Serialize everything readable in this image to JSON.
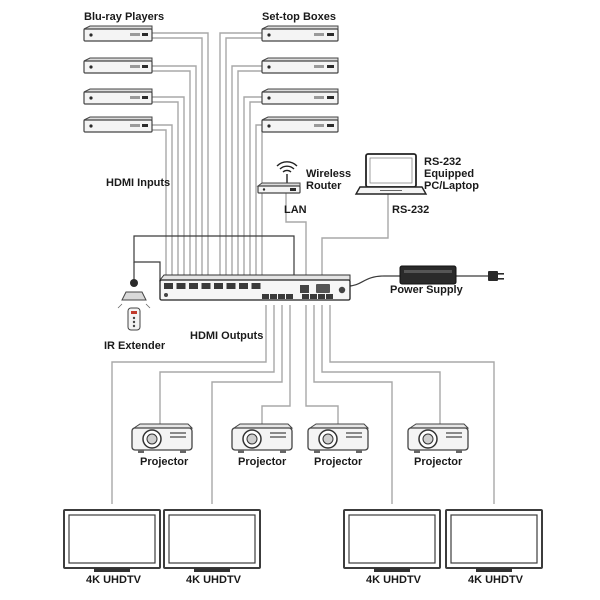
{
  "labels": {
    "blu_ray_players": "Blu-ray Players",
    "set_top_boxes": "Set-top Boxes",
    "hdmi_inputs": "HDMI Inputs",
    "wireless_router_line1": "Wireless",
    "wireless_router_line2": "Router",
    "lan": "LAN",
    "rs232_pc_line1": "RS-232",
    "rs232_pc_line2": "Equipped",
    "rs232_pc_line3": "PC/Laptop",
    "rs232": "RS-232",
    "power_supply": "Power Supply",
    "ir_extender": "IR Extender",
    "hdmi_outputs": "HDMI Outputs"
  },
  "projectors": [
    {
      "label": "Projector"
    },
    {
      "label": "Projector"
    },
    {
      "label": "Projector"
    },
    {
      "label": "Projector"
    }
  ],
  "tvs": [
    {
      "label": "4K UHDTV"
    },
    {
      "label": "4K UHDTV"
    },
    {
      "label": "4K UHDTV"
    },
    {
      "label": "4K UHDTV"
    }
  ]
}
